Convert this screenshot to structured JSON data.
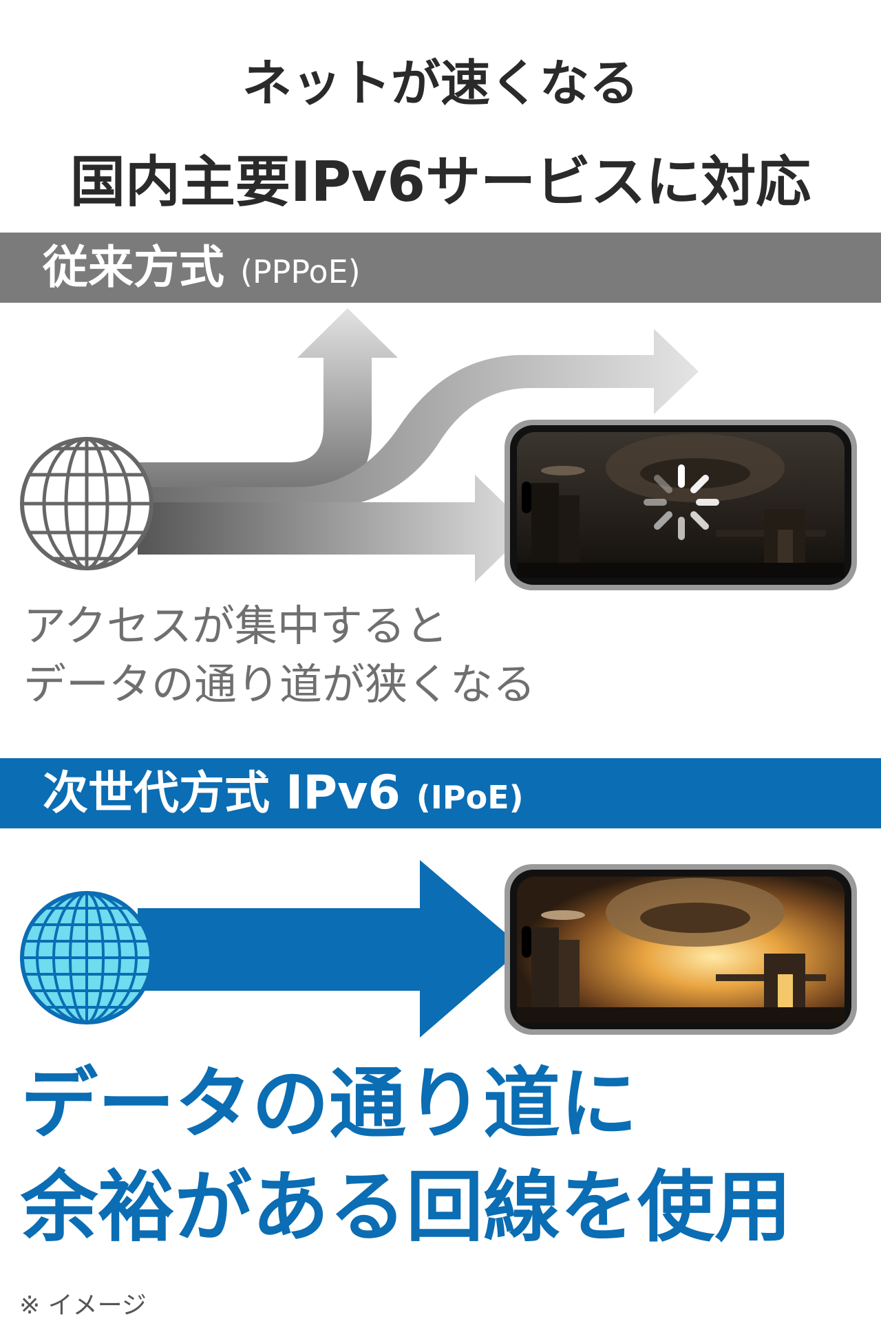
{
  "headline": {
    "line1": "ネットが速くなる",
    "line2": "国内主要IPv6サービスに対応"
  },
  "conventional": {
    "label": "従来方式",
    "label_sub": "(PPPoE)",
    "caption_line1": "アクセスが集中すると",
    "caption_line2": "データの通り道が狭くなる"
  },
  "next_gen": {
    "label": "次世代方式",
    "label_ipv6": "IPv6",
    "label_sub": "(IPoE)"
  },
  "message": {
    "line1": "データの通り道に",
    "line2": "余裕がある回線を使用"
  },
  "footnote": "※ イメージ",
  "icons": {
    "globe_gray": "globe-icon",
    "globe_blue": "globe-icon",
    "loading": "loading-spinner-icon"
  },
  "colors": {
    "gray_band": "#7b7b7b",
    "blue": "#0b6db3",
    "text_dark": "#2a2a2a",
    "text_gray": "#6f6f6f",
    "globe_fill": "#6fdcef"
  }
}
